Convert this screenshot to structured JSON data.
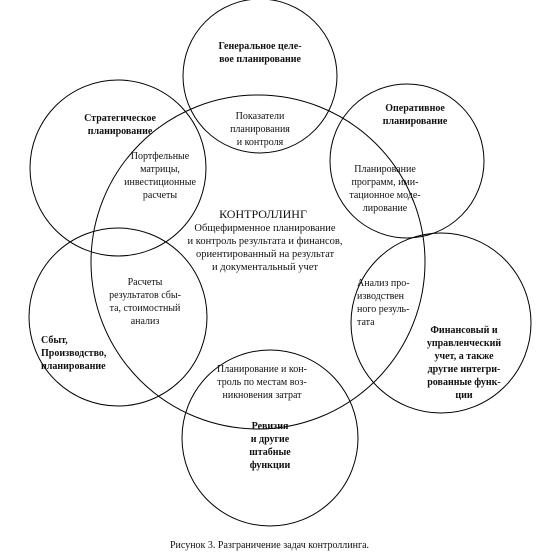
{
  "center": {
    "title": "КОНТРОЛЛИНГ",
    "lines": [
      "Общефирменное планирование",
      "и контроль результата и финансов,",
      "ориентированный на результат",
      "и документальный учет"
    ]
  },
  "outer": {
    "top": [
      "Генеральное целе-",
      "вое планирование"
    ],
    "top_left": [
      "Стратегическое",
      "планирование"
    ],
    "top_right": [
      "Оперативное",
      "планирование"
    ],
    "left": [
      "Сбыт,",
      "Производство,",
      "планирование"
    ],
    "right": [
      "Финансовый и",
      "управленческий",
      "учет, а также",
      "другие интегри-",
      "рованные функ-",
      "ции"
    ],
    "bottom": [
      "Ревизия",
      "и другие",
      "штабные",
      "функции"
    ]
  },
  "overlap": {
    "top": [
      "Показатели",
      "планирования",
      "и контроля"
    ],
    "top_left": [
      "Портфельные",
      "матрицы,",
      "инвестиционные",
      "расчеты"
    ],
    "top_right": [
      "Планирование",
      "программ, ими-",
      "тационное моде-",
      "лирование"
    ],
    "left": [
      "Расчеты",
      "результатов сбы-",
      "та, стоимостный",
      "анализ"
    ],
    "right": [
      "Анализ про-",
      "изводствен",
      "ного резуль-",
      "тата"
    ],
    "bottom": [
      "Планирование и кон-",
      "троль по местам воз-",
      "никновения затрат"
    ]
  },
  "caption": "Рисунок 3. Разграничение задач контроллинга."
}
